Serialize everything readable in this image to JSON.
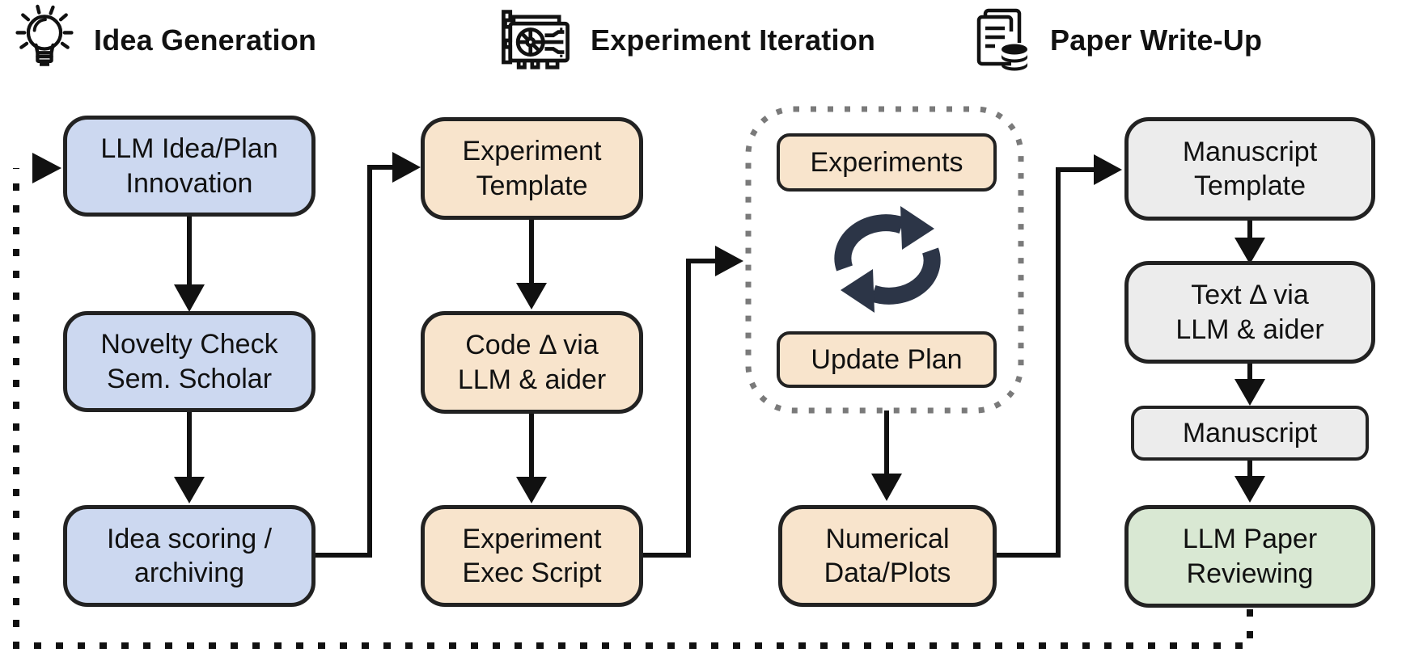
{
  "diagram_title": "AI Scientist pipeline flowchart",
  "colors": {
    "idea_fill": "#ccd8f0",
    "experiment_fill": "#f8e4cc",
    "writeup_fill": "#ececec",
    "review_fill": "#d9e8d3",
    "outline": "#222222",
    "arrow": "#111111",
    "loop_icon": "#2c3547",
    "iteration_group_border": "#7a7a7a"
  },
  "headers": [
    {
      "label": "Idea Generation",
      "icon": "lightbulb-icon"
    },
    {
      "label": "Experiment Iteration",
      "icon": "gpu-card-icon"
    },
    {
      "label": "Paper Write-Up",
      "icon": "documents-database-icon"
    }
  ],
  "nodes": {
    "idea_innovation": {
      "label": "LLM Idea/Plan\nInnovation"
    },
    "novelty_check": {
      "label": "Novelty Check\nSem. Scholar"
    },
    "idea_scoring": {
      "label": "Idea scoring /\narchiving"
    },
    "experiment_template": {
      "label": "Experiment\nTemplate"
    },
    "code_delta": {
      "label": "Code Δ via\nLLM & aider"
    },
    "exec_script": {
      "label": "Experiment\nExec Script"
    },
    "experiments": {
      "label": "Experiments"
    },
    "update_plan": {
      "label": "Update Plan"
    },
    "numerical_data": {
      "label": "Numerical\nData/Plots"
    },
    "manuscript_template": {
      "label": "Manuscript\nTemplate"
    },
    "text_delta": {
      "label": "Text Δ via\nLLM & aider"
    },
    "manuscript": {
      "label": "Manuscript"
    },
    "paper_reviewing": {
      "label": "LLM Paper\nReviewing"
    }
  },
  "icons": {
    "loop": "refresh-cycle-icon"
  }
}
